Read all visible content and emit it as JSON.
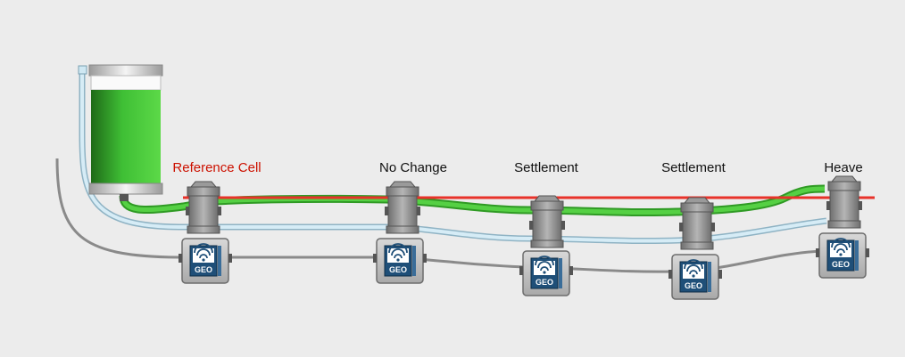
{
  "labels": {
    "reference": "Reference Cell",
    "no_change": "No Change",
    "settlement_1": "Settlement",
    "settlement_2": "Settlement",
    "heave": "Heave"
  },
  "logger_label": "GEO",
  "colors": {
    "reference_label": "#cc1100",
    "reference_line": "#e8322a",
    "fluid_green": "#4cc63a",
    "tube_blue": "#cfe8f3",
    "cable_gray": "#8a8a8a"
  }
}
